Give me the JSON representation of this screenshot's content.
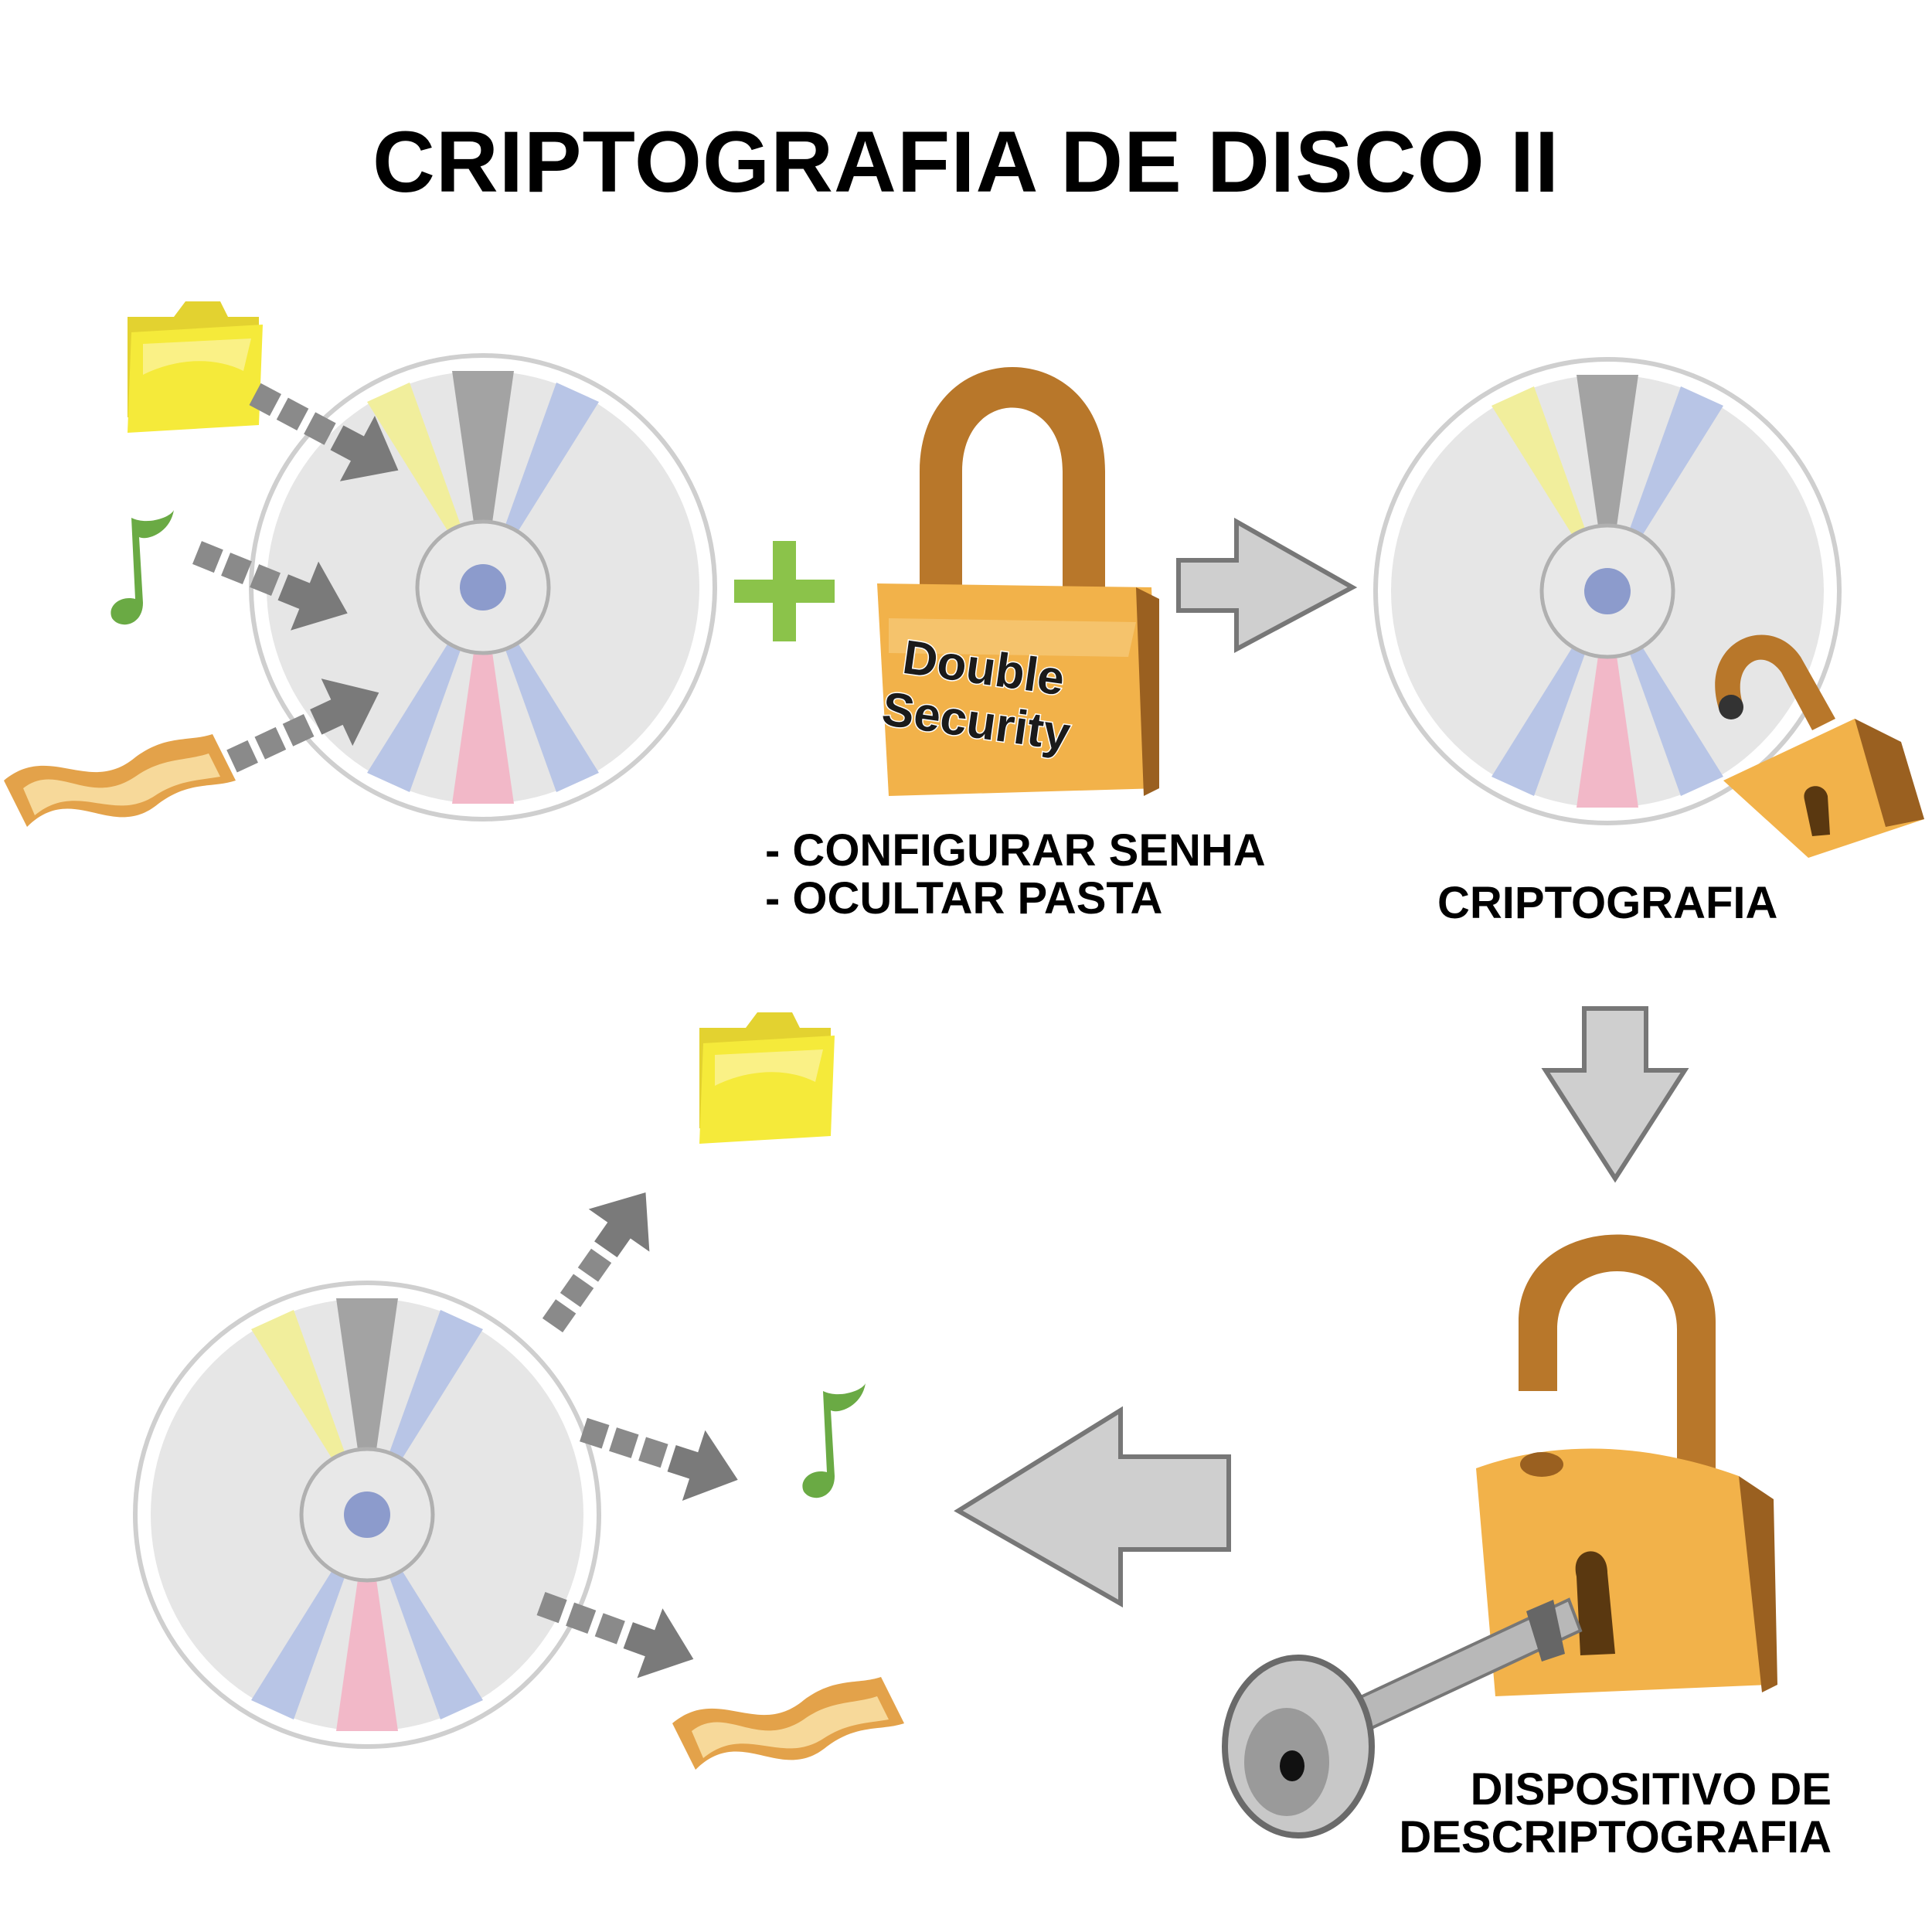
{
  "title": "CRIPTOGRAFIA DE DISCO II",
  "lock_badge": {
    "line1": "Double",
    "line2": "Security"
  },
  "steps": [
    "- CONFIGURAR SENHA",
    "- OCULTAR PASTA"
  ],
  "encryption_label": "CRIPTOGRAFIA",
  "decryption_label": [
    "DISPOSITIVO DE",
    "DESCRIPTOGRAFIA"
  ],
  "colors": {
    "disc_fill": "#e6e6e6",
    "disc_rim": "#ffffff",
    "disc_hub": "#8c9bcc",
    "plus": "#8bc34a",
    "lock_gold": "#f2b24a",
    "lock_shackle": "#b8772a",
    "folder": "#f5ea3a",
    "note": "#6aaa44",
    "film": "#f5c06a",
    "arrow_dark": "#7a7a7a",
    "arrow_light": "#cfcfcf"
  }
}
